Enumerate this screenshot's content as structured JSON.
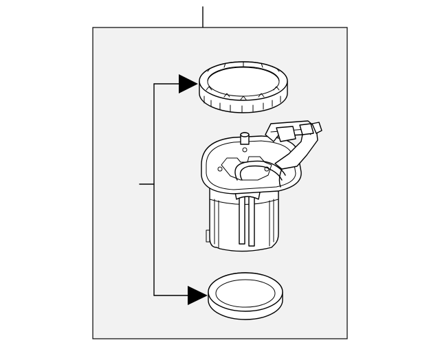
{
  "diagram": {
    "parts": [
      "lock-ring",
      "fuel-pump-module",
      "seal-gasket"
    ],
    "colors": {
      "panel": "#f2f2f2",
      "line": "#000000",
      "part_fill": "#ffffff"
    }
  }
}
